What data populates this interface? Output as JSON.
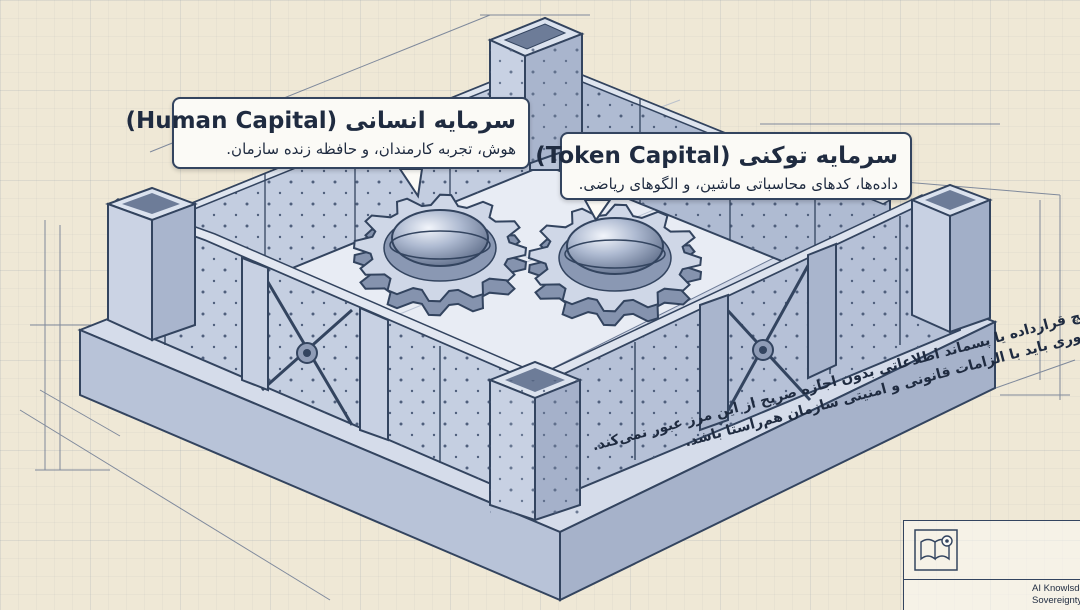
{
  "callouts": {
    "human": {
      "title": "سرمایه انسانی (Human Capital)",
      "description": "هوش، تجربه کارمندان، و حافظه زنده سازمان."
    },
    "token": {
      "title": "سرمایه توکنی (Token Capital)",
      "description": "داده‌ها، کدهای محاسباتی ماشین، و الگوهای ریاضی."
    }
  },
  "notice": {
    "line1": "هیچ قرارداده یا پسماند اطلاعاتی بدون اجازه صریح از این مرز عبور نمی‌کند.",
    "line2": "فناوری باید با الزامات قانونی و امنیتی سازمان هم‌راستا باشد."
  },
  "stamp": {
    "line1": "AI Knowlsdge",
    "line2": "Sovereignty",
    "icon": "book-gear-icon"
  },
  "colors": {
    "paper": "#efe8d6",
    "steel": "#c3cde0",
    "ink": "#33445f"
  }
}
